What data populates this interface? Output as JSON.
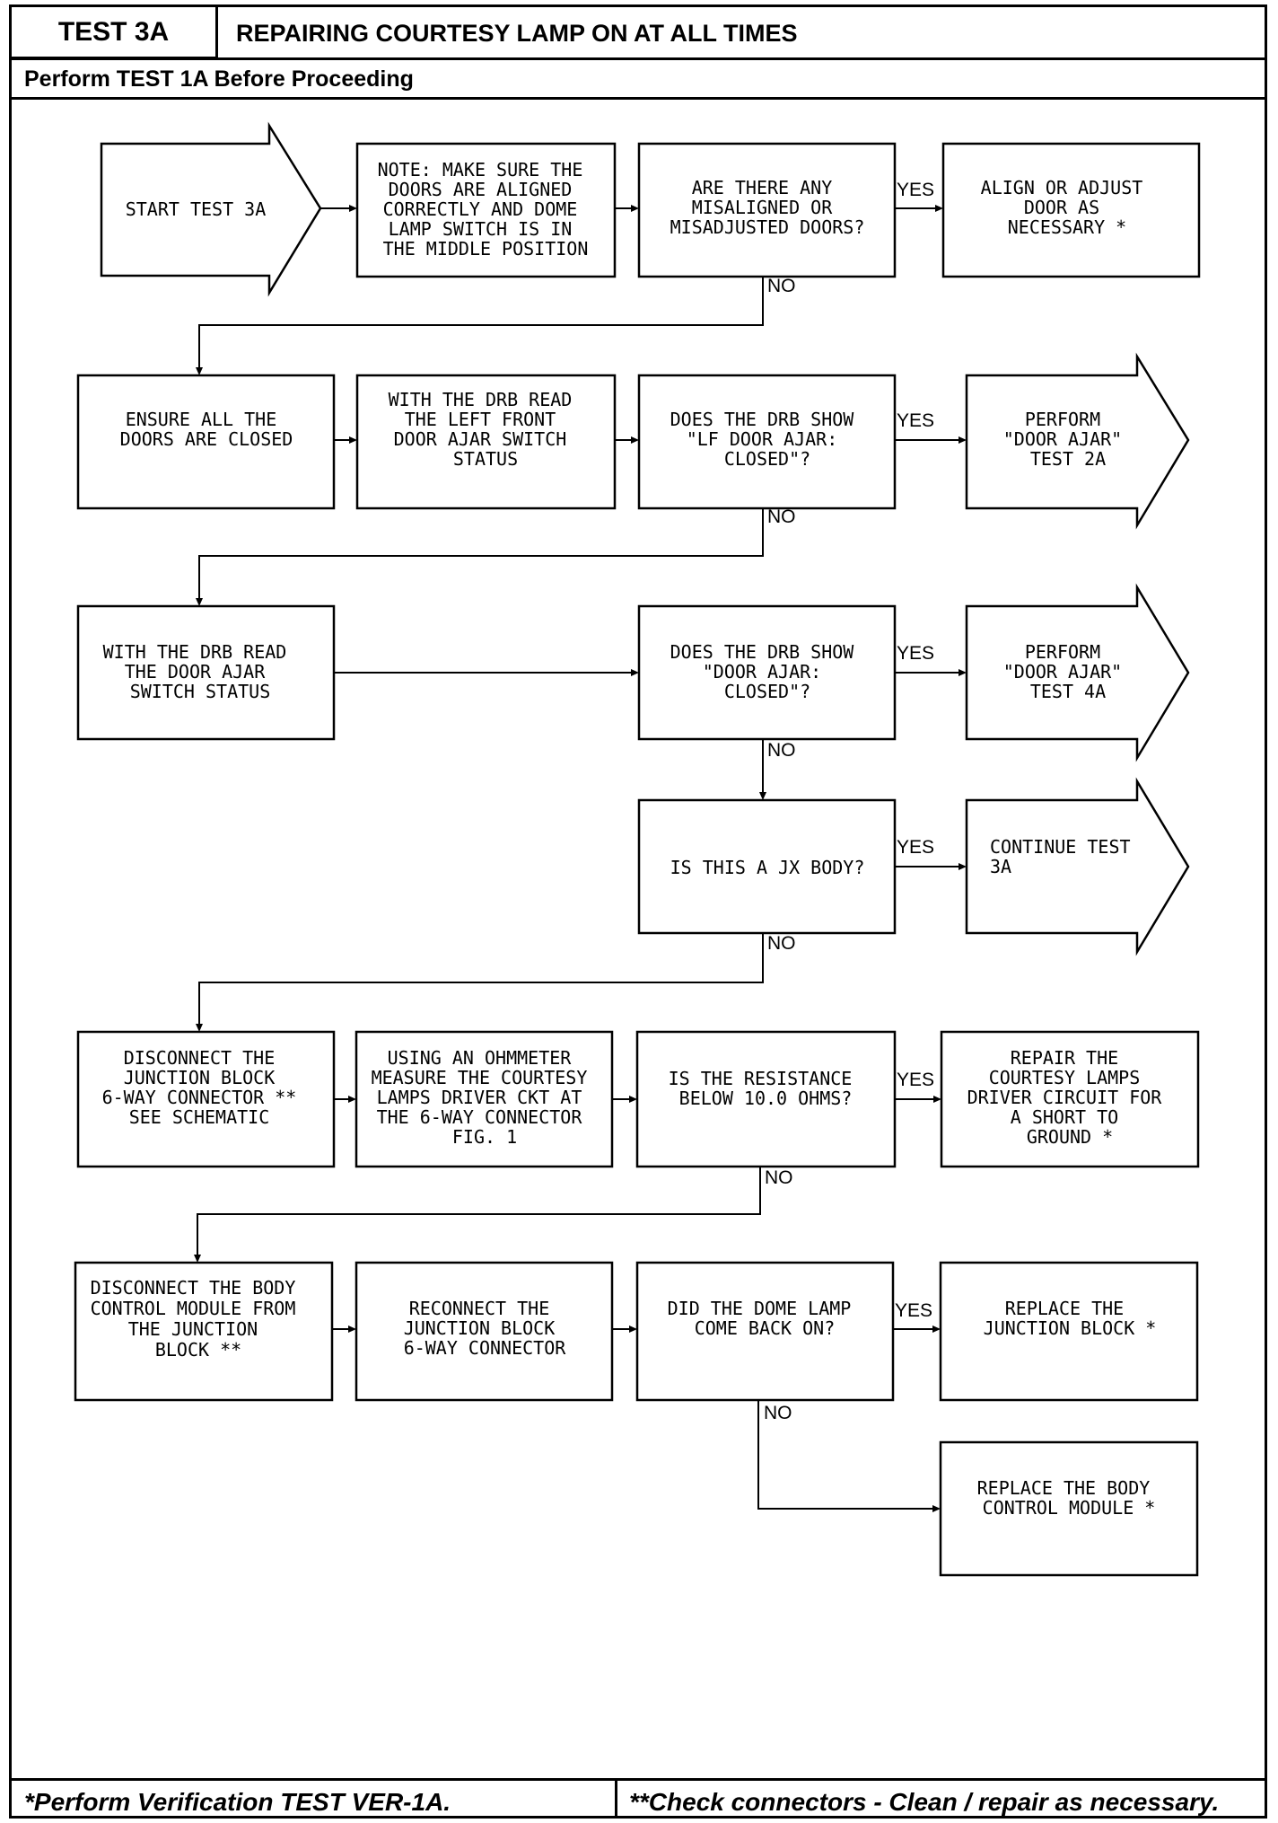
{
  "header": {
    "test_id": "TEST 3A",
    "title": "REPAIRING COURTESY LAMP ON AT ALL TIMES",
    "prerequisite": "Perform TEST 1A Before Proceeding"
  },
  "footer": {
    "left_note": "*Perform Verification TEST VER-1A.",
    "right_note": "**Check connectors - Clean / repair as necessary."
  },
  "flow": {
    "start": [
      "START TEST 3A"
    ],
    "note": [
      "NOTE:  MAKE SURE THE",
      "DOORS ARE ALIGNED",
      "CORRECTLY AND DOME",
      "LAMP SWITCH IS IN",
      "THE MIDDLE POSITION"
    ],
    "q_misaligned": [
      "ARE THERE ANY",
      "MISALIGNED OR",
      "MISADJUSTED DOORS?"
    ],
    "align_adjust": [
      "ALIGN OR ADJUST",
      "DOOR AS",
      "NECESSARY *"
    ],
    "ensure_closed": [
      "ENSURE ALL THE",
      "DOORS ARE CLOSED"
    ],
    "read_lf": [
      "WITH THE DRB READ",
      "THE LEFT FRONT",
      "DOOR AJAR SWITCH",
      "STATUS"
    ],
    "q_lf": [
      "DOES THE DRB SHOW",
      "\"LF DOOR AJAR:",
      "CLOSED\"?"
    ],
    "perform_2a": [
      "PERFORM",
      "\"DOOR AJAR\"",
      "TEST 2A"
    ],
    "read_door": [
      "WITH THE DRB READ",
      "THE DOOR AJAR",
      "SWITCH STATUS"
    ],
    "q_door": [
      "DOES THE DRB SHOW",
      "\"DOOR AJAR:",
      "CLOSED\"?"
    ],
    "perform_4a": [
      "PERFORM",
      "\"DOOR AJAR\"",
      "TEST 4A"
    ],
    "q_jx": [
      "IS THIS A JX BODY?"
    ],
    "continue_3a": [
      "CONTINUE TEST",
      "3A"
    ],
    "disconnect_jb": [
      "DISCONNECT THE",
      "JUNCTION BLOCK",
      "6-WAY CONNECTOR **",
      "",
      "SEE SCHEMATIC"
    ],
    "ohmmeter": [
      "USING AN OHMMETER",
      "MEASURE THE COURTESY",
      "LAMPS DRIVER CKT AT",
      "THE 6-WAY CONNECTOR",
      "FIG. 1"
    ],
    "q_resistance": [
      "IS THE RESISTANCE",
      "BELOW 10.0 OHMS?"
    ],
    "repair_driver": [
      "REPAIR THE",
      "COURTESY LAMPS",
      "DRIVER CIRCUIT FOR",
      "A SHORT TO",
      "GROUND *"
    ],
    "disconnect_bcm": [
      "DISCONNECT THE BODY",
      "CONTROL MODULE FROM",
      "THE JUNCTION",
      "BLOCK   **"
    ],
    "reconnect": [
      "RECONNECT THE",
      "JUNCTION BLOCK",
      "6-WAY CONNECTOR"
    ],
    "q_dome": [
      "DID THE DOME LAMP",
      "COME BACK ON?"
    ],
    "replace_jb": [
      "REPLACE THE",
      "JUNCTION BLOCK *"
    ],
    "replace_bcm": [
      "REPLACE THE BODY",
      "CONTROL MODULE *"
    ]
  },
  "labels": {
    "yes": "YES",
    "no": "NO"
  }
}
